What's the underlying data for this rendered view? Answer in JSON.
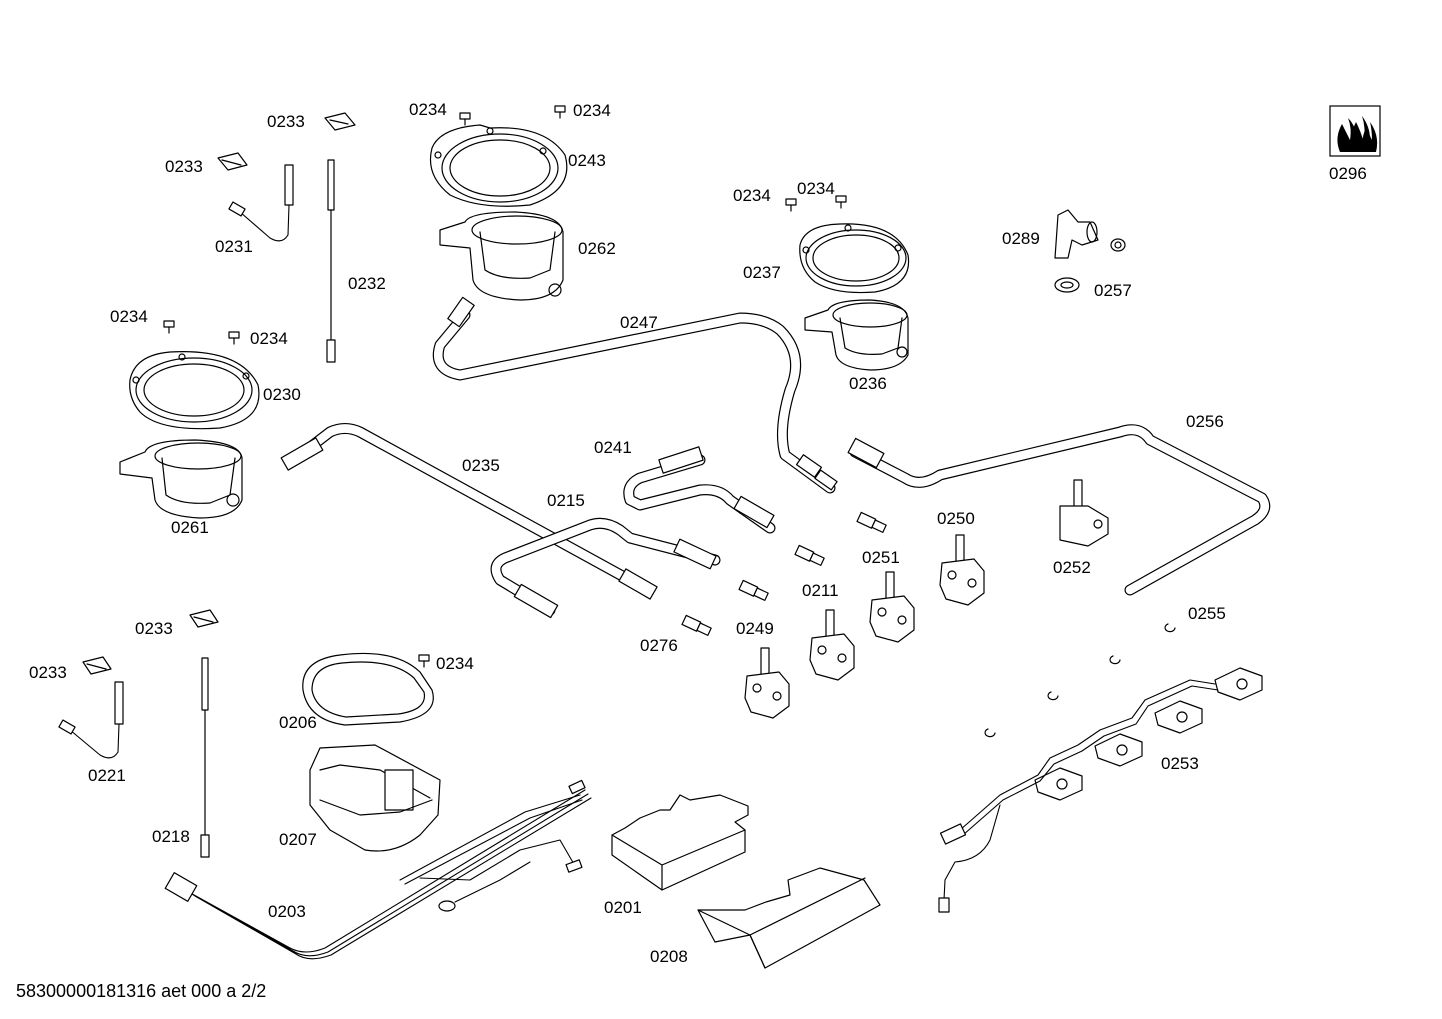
{
  "labels": {
    "l0233a": "0233",
    "l0233b": "0233",
    "l0231": "0231",
    "l0232": "0232",
    "l0234a": "0234",
    "l0234b": "0234",
    "l0243": "0243",
    "l0262": "0262",
    "l0234c": "0234",
    "l0234d": "0234",
    "l0230": "0230",
    "l0261": "0261",
    "l0234e": "0234",
    "l0234f": "0234",
    "l0237": "0237",
    "l0236": "0236",
    "l0289": "0289",
    "l0257": "0257",
    "l0296": "0296",
    "l0247": "0247",
    "l0256": "0256",
    "l0235": "0235",
    "l0241": "0241",
    "l0215": "0215",
    "l0250": "0250",
    "l0251": "0251",
    "l0211": "0211",
    "l0252": "0252",
    "l0276": "0276",
    "l0249": "0249",
    "l0255": "0255",
    "l0233c": "0233",
    "l0233d": "0233",
    "l0234g": "0234",
    "l0206": "0206",
    "l0221": "0221",
    "l0218": "0218",
    "l0207": "0207",
    "l0203": "0203",
    "l0201": "0201",
    "l0208": "0208",
    "l0253": "0253"
  },
  "footer": "58300000181316 aet 000 a 2/2"
}
